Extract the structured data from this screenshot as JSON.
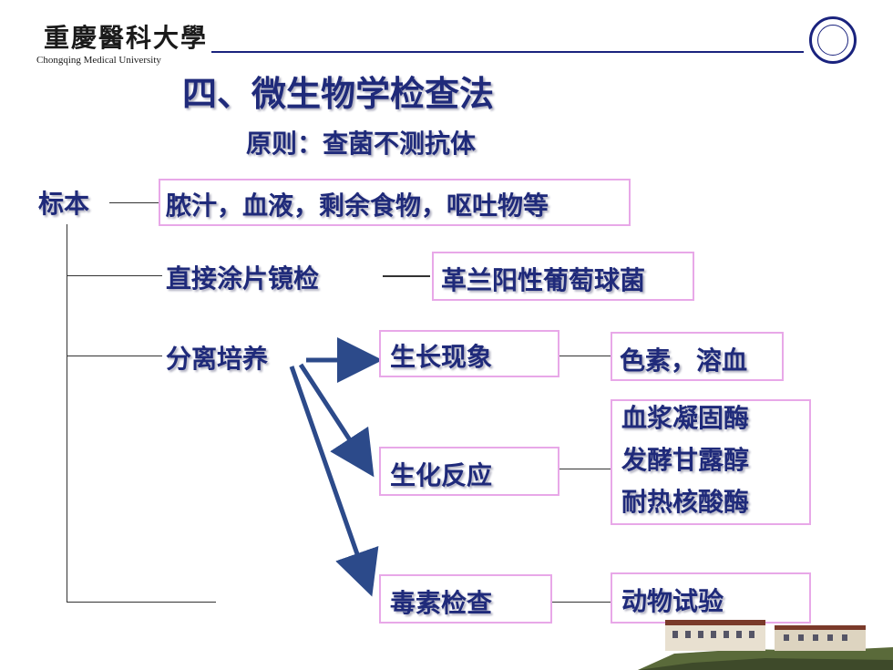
{
  "header": {
    "university_cn": "重慶醫科大學",
    "university_en": "Chongqing Medical University",
    "seal_icon": "university-seal-icon"
  },
  "title": "四、微生物学检查法",
  "subtitle": "原则：查菌不测抗体",
  "nodes": {
    "specimen": "标本",
    "specimen_types": "脓汁，血液，剩余食物，呕吐物等",
    "direct_smear": "直接涂片镜检",
    "gram_result": "革兰阳性葡萄球菌",
    "isolation": "分离培养",
    "growth": "生长现象",
    "pigment": "色素，溶血",
    "biochem": "生化反应",
    "enzymes": [
      "血浆凝固酶",
      "发酵甘露醇",
      "耐热核酸酶"
    ],
    "toxin": "毒素检查",
    "animal": "动物试验"
  },
  "colors": {
    "text": "#1f2a7a",
    "box_border": "#e8a8e8",
    "arrow": "#2c4a8a",
    "header_line": "#1a237e"
  }
}
